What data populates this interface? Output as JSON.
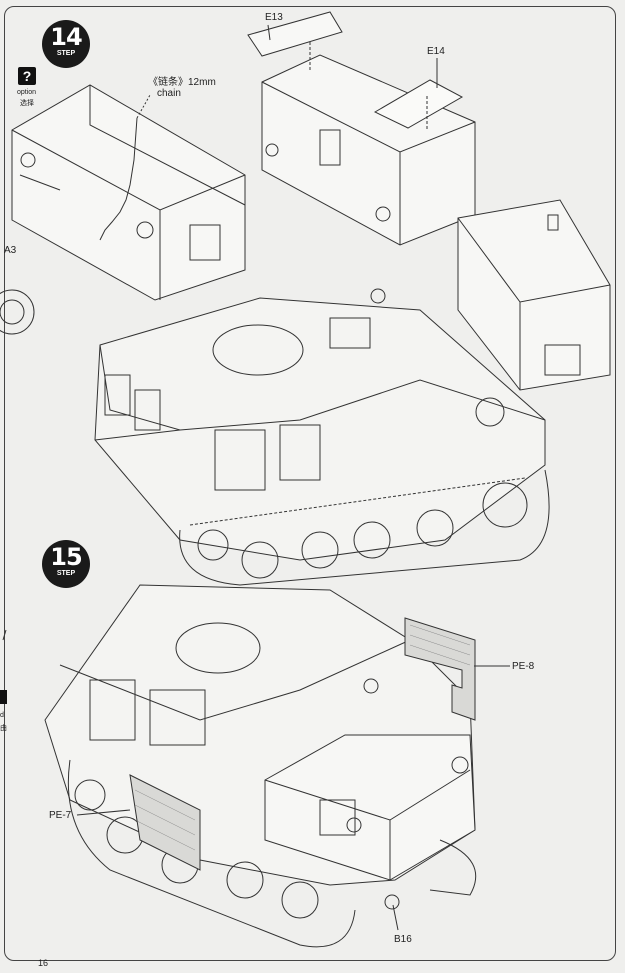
{
  "steps": [
    {
      "number": "14",
      "word": "STEP"
    },
    {
      "number": "15",
      "word": "STEP"
    }
  ],
  "option": {
    "icon": "?",
    "label_en": "option",
    "label_cn": "选择"
  },
  "chain_note": {
    "cn": "《链条》12mm",
    "en": "chain"
  },
  "parts": {
    "e13": "E13",
    "e14": "E14",
    "a3": "A3",
    "pe8": "PE-8",
    "pe7": "PE-7",
    "b16": "B16"
  },
  "edge_fragments": {
    "left_a": "d",
    "left_b": "由"
  },
  "page_number": "16"
}
